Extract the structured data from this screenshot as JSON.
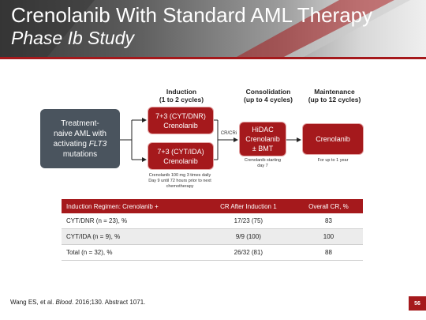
{
  "header": {
    "title": "Crenolanib With Standard AML Therapy",
    "subtitle": "Phase Ib Study"
  },
  "diagram": {
    "columns": {
      "induction": [
        "Induction",
        "(1 to 2 cycles)"
      ],
      "consolidation": [
        "Consolidation",
        "(up to 4 cycles)"
      ],
      "maintenance": [
        "Maintenance",
        "(up to 12 cycles)"
      ]
    },
    "patient_box": [
      "Treatment-",
      "naive AML with",
      "activating ",
      "FLT3",
      " mutations"
    ],
    "induction_a": [
      "7+3 (CYT/DNR)",
      "Crenolanib"
    ],
    "induction_b": [
      "7+3 (CYT/IDA)",
      "Crenolanib"
    ],
    "consolidation_box": [
      "HiDAC",
      "Crenolanib",
      "± BMT"
    ],
    "maintenance_box": "Crenolanib",
    "arrow_label": "CR/CRi",
    "induction_note": [
      "Crenolanib 100 mg 3 times daily",
      "Day 9 until 72 hours prior to next",
      "chemotherapy"
    ],
    "consolidation_note": [
      "Crenolanib starting",
      "day 7"
    ],
    "maintenance_note": "For up to 1 year",
    "colors": {
      "accent": "#a5191c",
      "patient_box": "#4a545e"
    }
  },
  "table": {
    "headers": [
      "Induction Regimen: Crenolanib +",
      "CR After Induction 1",
      "Overall CR, %"
    ],
    "rows": [
      [
        "CYT/DNR (n = 23), %",
        "17/23 (75)",
        "83"
      ],
      [
        "CYT/IDA (n = 9), %",
        "9/9 (100)",
        "100"
      ],
      [
        "Total (n = 32), %",
        "26/32 (81)",
        "88"
      ]
    ]
  },
  "footer": {
    "citation_pre": "Wang ES, et al. ",
    "citation_journal": "Blood",
    "citation_post": ". 2016;130. Abstract 1071.",
    "page_number": "56"
  }
}
